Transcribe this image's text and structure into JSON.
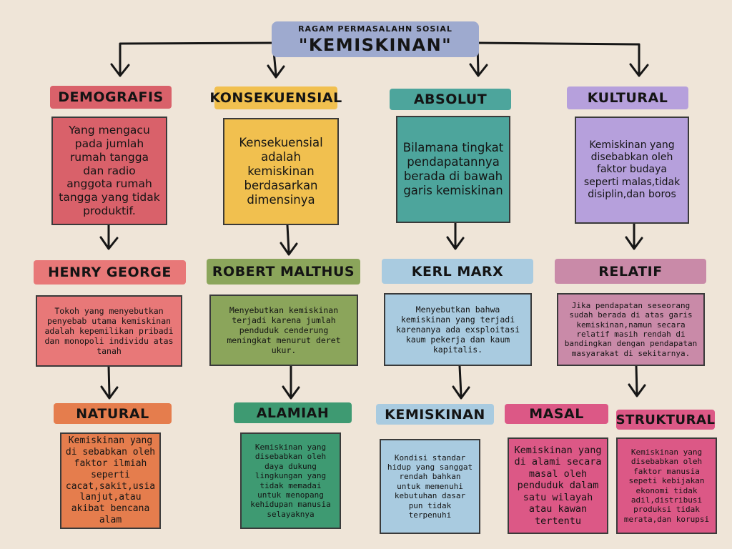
{
  "title": {
    "subtitle": "RAGAM PERMASALAHN SOSIAL",
    "main": "\"KEMISKINAN\""
  },
  "colors": {
    "background": "#efe5d8",
    "red": "#d9616a",
    "yellow": "#f1c04f",
    "teal": "#4da59c",
    "purple": "#b6a0dc",
    "salmon": "#e87878",
    "olive": "#8ba55b",
    "light_blue": "#a9cbe0",
    "mauve": "#c98aa8",
    "orange": "#e57d4d",
    "green": "#3e9a72",
    "pink": "#dc5886"
  },
  "columns": [
    {
      "label": "DEMOGRAFIS",
      "description": "Yang mengacu pada jumlah rumah tangga dan radio anggota rumah tangga yang tidak produktif.",
      "figure": "HENRY GEORGE",
      "figure_description": "Tokoh yang menyebutkan penyebab utama kemiskinan adalah kepemilikan pribadi dan monopoli individu atas tanah",
      "result": "NATURAL",
      "result_description": "Kemiskinan yang di sebabkan oleh faktor ilmiah seperti cacat,sakit,usia lanjut,atau akibat bencana alam"
    },
    {
      "label": "KONSEKUENSIAL",
      "description": "Kensekuensial adalah kemiskinan berdasarkan dimensinya",
      "figure": "ROBERT MALTHUS",
      "figure_description": "Menyebutkan kemiskinan terjadi karena jumlah penduduk cenderung meningkat menurut deret ukur.",
      "result": "ALAMIAH",
      "result_description": "Kemiskinan yang disebabkan oleh daya dukung lingkungan yang tidak memadai untuk menopang kehidupan manusia selayaknya"
    },
    {
      "label": "ABSOLUT",
      "description": "Bilamana tingkat pendapatannya berada di bawah garis kemiskinan",
      "figure": "KERL MARX",
      "figure_description": "Menyebutkan bahwa kemiskinan yang terjadi karenanya ada exsploitasi kaum pekerja dan kaum kapitalis.",
      "result": "KEMISKINAN",
      "result_description": "Kondisi standar hidup yang sanggat rendah bahkan untuk memenuhi kebutuhan dasar pun tidak terpenuhi"
    },
    {
      "label": "KULTURAL",
      "description": "Kemiskinan yang disebabkan oleh faktor budaya seperti malas,tidak disiplin,dan boros",
      "figure": "RELATIF",
      "figure_description": "Jika pendapatan seseorang sudah berada di atas garis kemiskinan,namun secara relatif masih rendah di bandingkan dengan pendapatan masyarakat di sekitarnya.",
      "result": "MASAL",
      "result_description": "Kemiskinan yang di alami secara masal oleh penduduk dalam satu wilayah atau kawan tertentu",
      "extra_result": "STRUKTURAL",
      "extra_result_description": "Kemiskinan yang disebabkan oleh faktor manusia sepeti kebijakan ekonomi tidak adil,distribusi produksi tidak merata,dan korupsi"
    }
  ]
}
